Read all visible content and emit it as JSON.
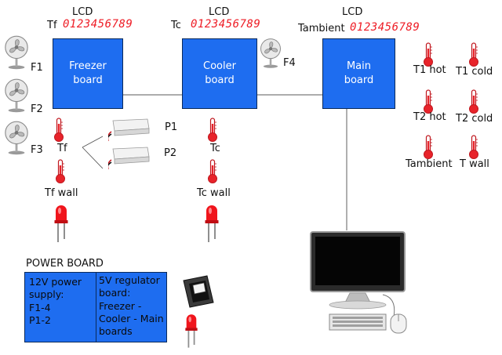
{
  "colors": {
    "board_blue": "#1e6df0",
    "lcd_red": "#ee1c25",
    "thermo_red": "#e8232a",
    "line_gray": "#7a7a7a"
  },
  "lcds": [
    {
      "title": "LCD",
      "label": "Tf",
      "digits": "0123456789"
    },
    {
      "title": "LCD",
      "label": "Tc",
      "digits": "0123456789"
    },
    {
      "title": "LCD",
      "label": "Tambient",
      "digits": "0123456789"
    }
  ],
  "boards": {
    "freezer": {
      "line1": "Freezer",
      "line2": "board"
    },
    "cooler": {
      "line1": "Cooler",
      "line2": "board"
    },
    "main": {
      "line1": "Main",
      "line2": "board"
    }
  },
  "fans": [
    "F1",
    "F2",
    "F3",
    "F4"
  ],
  "peltiers": [
    "P1",
    "P2"
  ],
  "freezer_sensors": [
    "Tf",
    "Tf wall"
  ],
  "cooler_sensors": [
    "Tc",
    "Tc wall"
  ],
  "main_sensors": [
    "T1 hot",
    "T1 cold",
    "T2 hot",
    "T2 cold",
    "Tambient",
    "T wall"
  ],
  "icons": [
    "fan-icon",
    "thermometer-icon",
    "led-icon",
    "peltier-module-icon",
    "rocker-switch-icon",
    "desktop-computer-icon"
  ],
  "power_board": {
    "title": "POWER BOARD",
    "supply": [
      "12V power",
      "supply:",
      "F1-4",
      "P1-2"
    ],
    "regulator": [
      "5V regulator",
      "board:",
      "Freezer -",
      "Cooler - Main",
      "boards"
    ]
  }
}
